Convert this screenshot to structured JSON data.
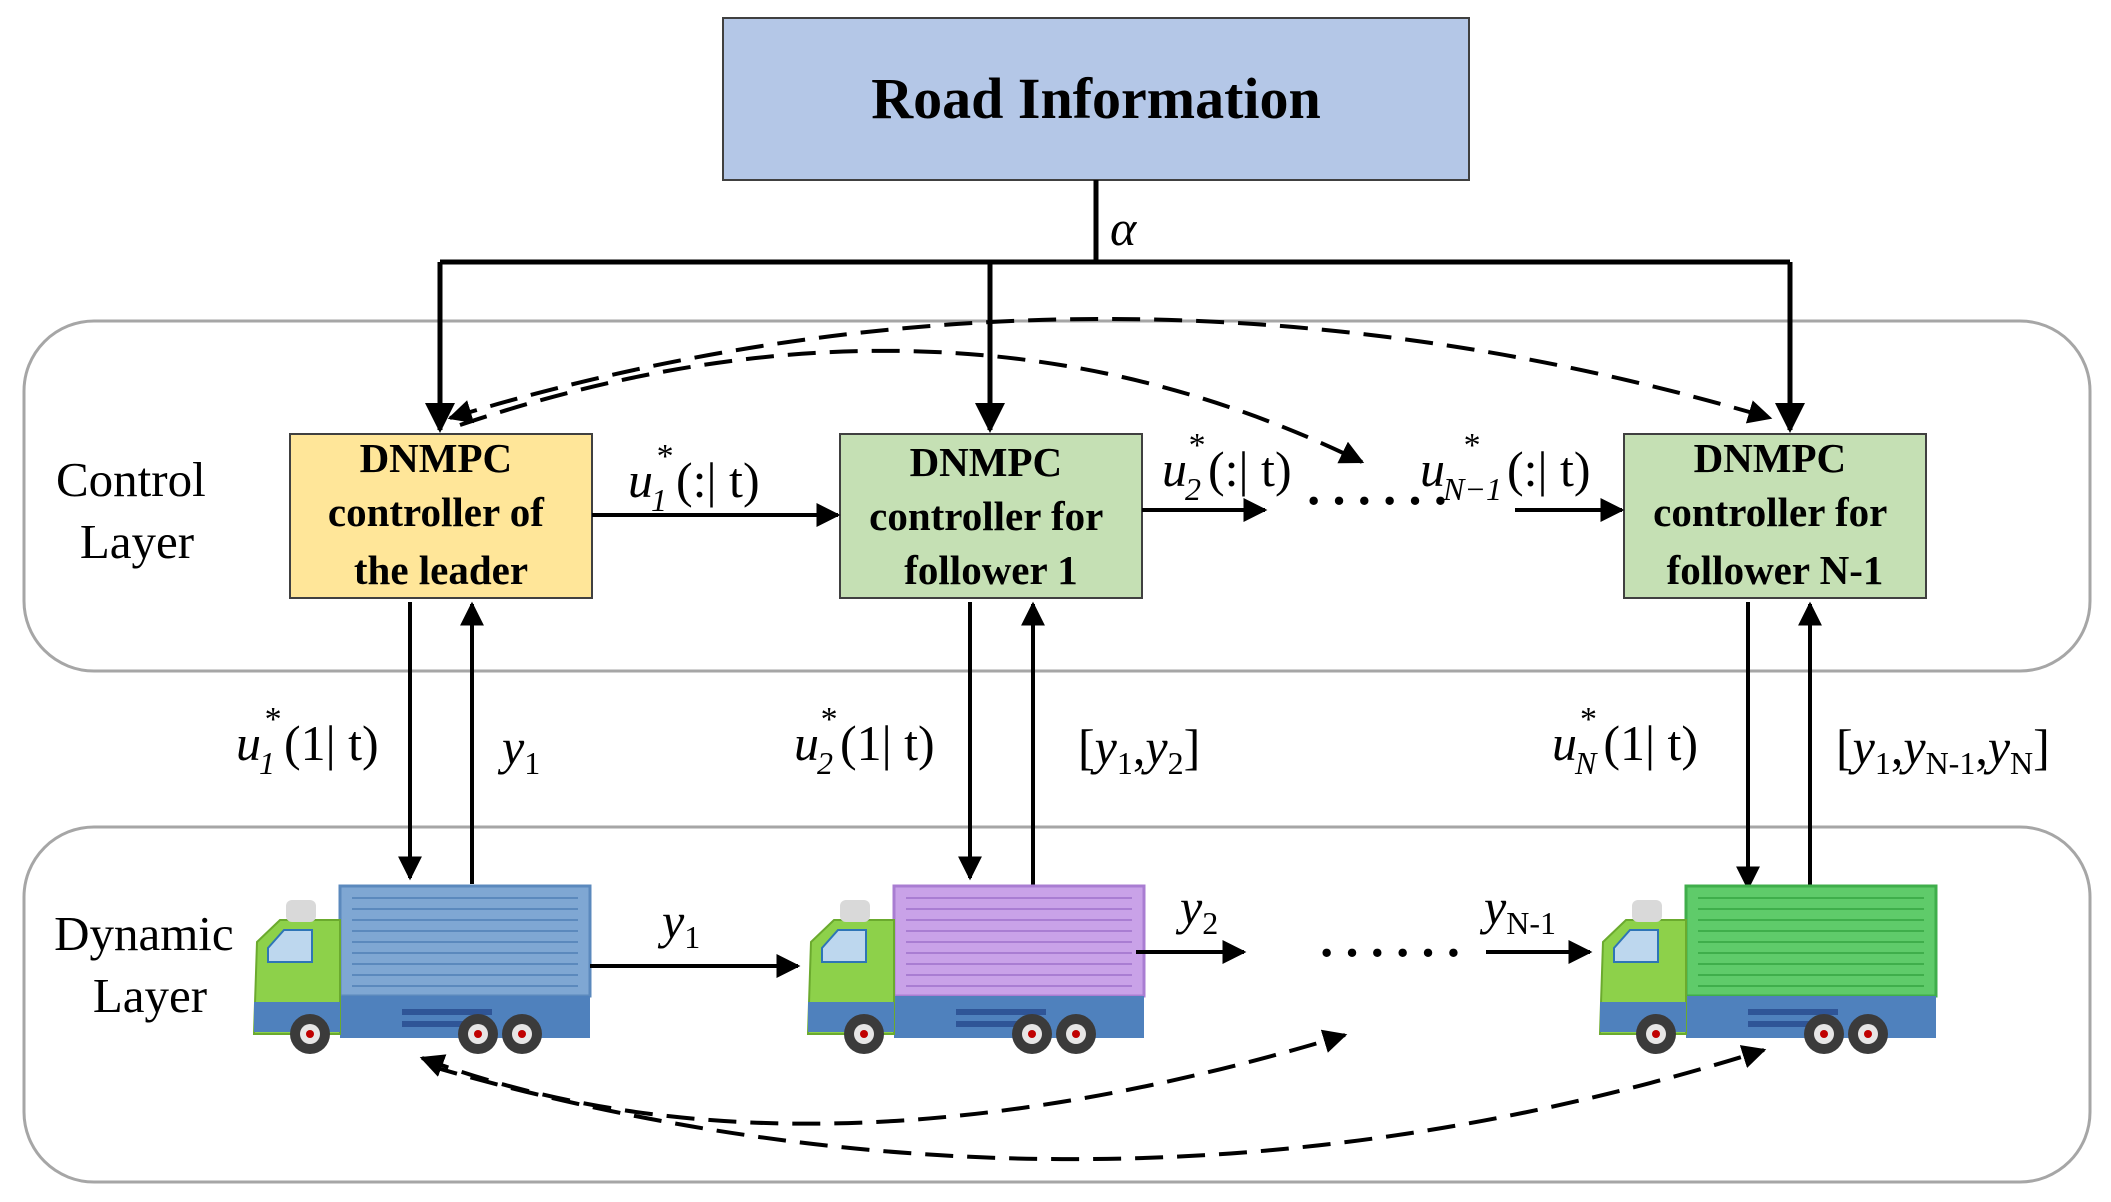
{
  "road_info": {
    "title": "Road Information",
    "alpha": "α"
  },
  "layers": {
    "control": [
      "Control",
      "Layer"
    ],
    "dynamic": [
      "Dynamic",
      "Layer"
    ]
  },
  "controllers": [
    {
      "lines": [
        "DNMPC",
        "controller of",
        "the leader"
      ],
      "fill": "#FFE699"
    },
    {
      "lines": [
        "DNMPC",
        "controller for",
        "follower 1"
      ],
      "fill": "#C5E0B4"
    },
    {
      "lines": [
        "DNMPC",
        "controller for",
        "follower N-1"
      ],
      "fill": "#C5E0B4"
    }
  ],
  "signals": {
    "u1_pred": {
      "base": "u",
      "sub": "1",
      "sup": "*",
      "arg": "(:| t)"
    },
    "u2_pred": {
      "base": "u",
      "sub": "2",
      "sup": "*",
      "arg": "(:| t)"
    },
    "uN1_pred": {
      "base": "u",
      "sub": "N−1",
      "sup": "*",
      "arg": "(:| t)"
    },
    "u1_apply": {
      "base": "u",
      "sub": "1",
      "sup": "*",
      "arg": "(1| t)"
    },
    "u2_apply": {
      "base": "u",
      "sub": "2",
      "sup": "*",
      "arg": "(1| t)"
    },
    "uN_apply": {
      "base": "u",
      "sub": "N",
      "sup": "*",
      "arg": "(1| t)"
    },
    "y1_fb": {
      "base": "y",
      "sub": "1"
    },
    "y12_fb": {
      "open": "[",
      "b1": "y",
      "s1": "1",
      "sep1": ",",
      "b2": "y",
      "s2": "2",
      "close": "]"
    },
    "yN_fb": {
      "open": "[",
      "b1": "y",
      "s1": "1",
      "sep1": ",",
      "b2": "y",
      "s2": "N-1",
      "sep2": ",",
      "b3": "y",
      "s3": "N",
      "close": "]"
    },
    "y1_veh": {
      "base": "y",
      "sub": "1"
    },
    "y2_veh": {
      "base": "y",
      "sub": "2"
    },
    "yN1_veh": {
      "base": "y",
      "sub": "N-1"
    }
  },
  "ellipsis": "······",
  "trucks": [
    {
      "cargo": "#7FA7D3",
      "cargo_dark": "#5B89BD"
    },
    {
      "cargo": "#C9A2E8",
      "cargo_dark": "#A97DD2"
    },
    {
      "cargo": "#5FCB6A",
      "cargo_dark": "#3FAE4B"
    }
  ],
  "colors": {
    "road_box": "#B4C7E7",
    "layer_border": "#A6A6A6",
    "cab": "#8DD14A"
  }
}
